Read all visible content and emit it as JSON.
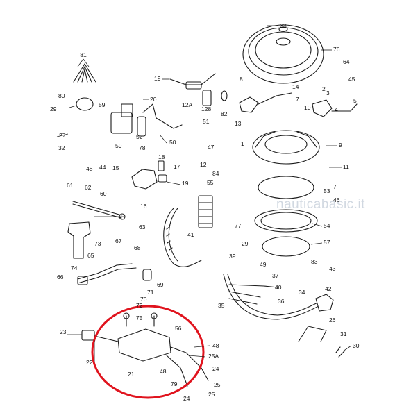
{
  "watermark": "nauticabasic.it",
  "highlight_color": "#e0141e",
  "callouts": [
    "33",
    "76",
    "81",
    "64",
    "45",
    "19",
    "20",
    "8",
    "14",
    "2",
    "80",
    "59",
    "52",
    "12A",
    "128",
    "82",
    "7",
    "10",
    "3",
    "4",
    "5",
    "29",
    "51",
    "13",
    "27",
    "78",
    "50",
    "9",
    "1",
    "32",
    "48",
    "44",
    "59",
    "47",
    "15",
    "18",
    "17",
    "12",
    "11",
    "84",
    "19",
    "16",
    "55",
    "53",
    "7",
    "61",
    "62",
    "60",
    "46",
    "63",
    "77",
    "54",
    "73",
    "67",
    "29",
    "57",
    "68",
    "41",
    "39",
    "49",
    "83",
    "43",
    "65",
    "37",
    "74",
    "42",
    "66",
    "69",
    "40",
    "35",
    "71",
    "34",
    "70",
    "36",
    "72",
    "75",
    "23",
    "56",
    "26",
    "48",
    "22",
    "21",
    "48",
    "25A",
    "79",
    "24",
    "25",
    "31",
    "30",
    "24",
    "25"
  ]
}
